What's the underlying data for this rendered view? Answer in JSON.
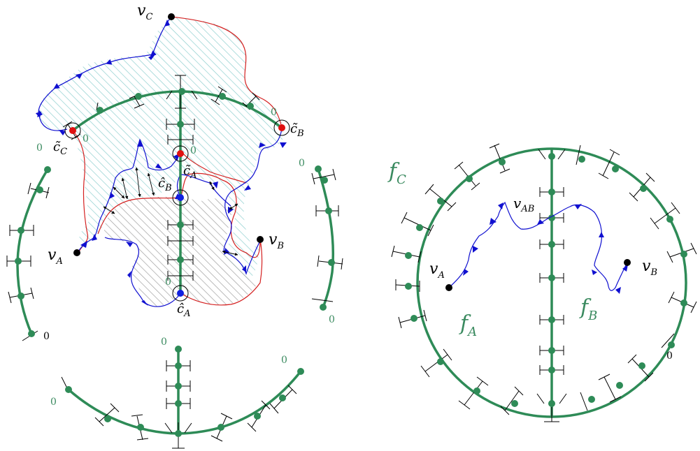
{
  "left": {
    "vertex_labels": {
      "vC": {
        "base": "v",
        "sub": "C"
      },
      "vA": {
        "base": "v",
        "sub": "A"
      },
      "vB": {
        "base": "v",
        "sub": "B"
      }
    },
    "corner_labels": {
      "cC_tilde": {
        "base": "c̃",
        "sub": "C"
      },
      "cB_tilde": {
        "base": "c̃",
        "sub": "B"
      },
      "cA_tilde": {
        "base": "c̃",
        "sub": "A"
      },
      "cB_hat": {
        "base": "ĉ",
        "sub": "B"
      },
      "cA_hat": {
        "base": "ĉ",
        "sub": "A"
      }
    },
    "zero_marks": [
      "0",
      "0",
      "0",
      "0",
      "0"
    ],
    "side_zero_marks": [
      "0",
      "0",
      "0",
      "0",
      "0",
      "0",
      "0"
    ]
  },
  "right": {
    "face_labels": {
      "fC": {
        "base": "f",
        "sub": "C"
      },
      "fA": {
        "base": "f",
        "sub": "A"
      },
      "fB": {
        "base": "f",
        "sub": "B"
      }
    },
    "vertex_labels": {
      "vA": {
        "base": "v",
        "sub": "A"
      },
      "vB": {
        "base": "v",
        "sub": "B"
      },
      "vAB": {
        "base": "v",
        "sub": "AB"
      }
    },
    "zero_mark": "0"
  },
  "colors": {
    "green": "#2e8b57",
    "blue": "#1010d0",
    "red": "#d42020",
    "hatch_cyan": "#7fc8c8",
    "hatch_gray": "#9a9a9a"
  }
}
